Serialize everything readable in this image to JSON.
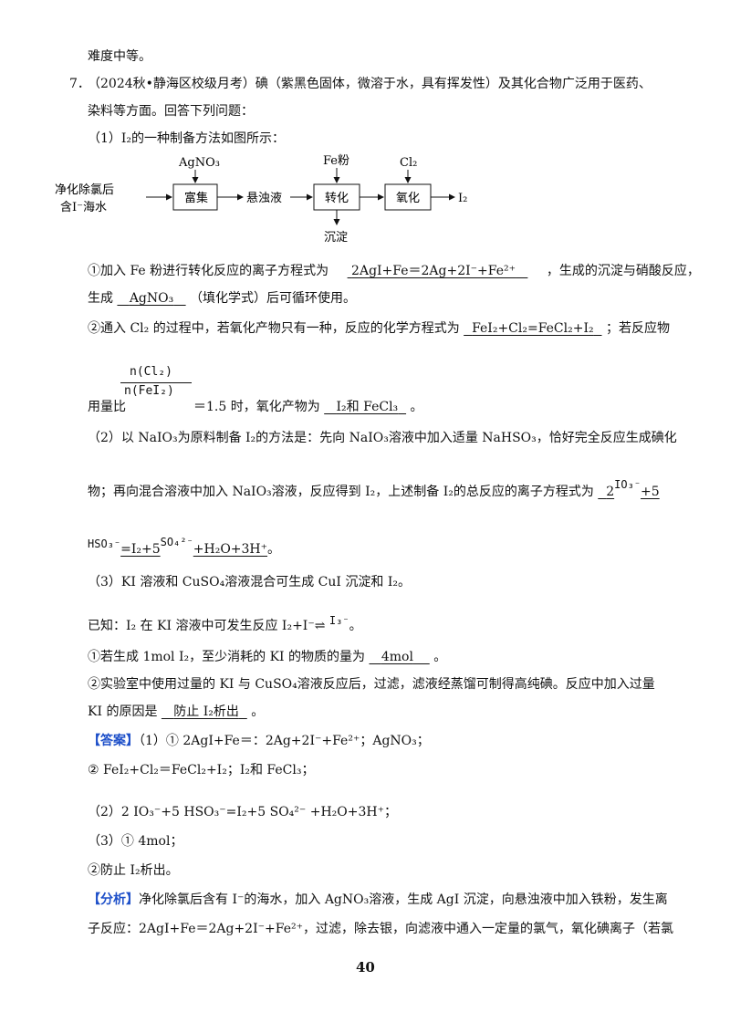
{
  "top_line": "难度中等。",
  "q_num": "7．",
  "q_intro": "（2024秋•静海区校级月考）碘（紫黑色固体，微溶于水，具有挥发性）及其化合物广泛用于医药、",
  "q_intro2": "染料等方面。回答下列问题：",
  "p1_title": "（1）I₂的一种制备方法如图所示：",
  "flow": {
    "input1": "净化除氯后",
    "input2": "含I⁻海水",
    "box1": "富集",
    "reagent1": "AgNO₃",
    "mid": "悬浊液",
    "box2": "转化",
    "reagent2": "Fe粉",
    "precip": "沉淀",
    "box3": "氧化",
    "reagent3": "Cl₂",
    "out": "I₂"
  },
  "p1_q1_a": "①加入 Fe 粉进行转化反应的离子方程式为",
  "p1_q1_ans": "2AgI+Fe＝2Ag+2I⁻+Fe²⁺",
  "p1_q1_b": "，生成的沉淀与硝酸反应，",
  "p1_q1_c": "生成",
  "p1_q1_ans2": "AgNO₃",
  "p1_q1_d": "（填化学式）后可循环使用。",
  "p1_q2_a": "②通入 Cl₂ 的过程中，若氧化产物只有一种，反应的化学方程式为",
  "p1_q2_ans": "FeI₂+Cl₂=FeCl₂+I₂",
  "p1_q2_b": "；若反应物",
  "frac_num": "n(Cl₂)",
  "frac_den": "n(FeI₂)",
  "p1_q2_c": "用量比",
  "p1_q2_d": "＝1.5 时，氧化产物为",
  "p1_q2_ans2": "I₂和 FeCl₃",
  "p1_q2_e": "。",
  "p2_a": "（2）以 NaIO₃为原料制备 I₂的方法是：先向 NaIO₃溶液中加入适量 NaHSO₃，恰好完全反应生成碘化",
  "p2_b": "物；再向混合溶液中加入 NaIO₃溶液，反应得到 I₂，上述制备 I₂的总反应的离子方程式为",
  "p2_ans_1": "2",
  "p2_ans_2": "IO₃⁻",
  "p2_ans_3": "+5",
  "p2_ans_4": "HSO₃⁻",
  "p2_ans_5": "=I₂+5",
  "p2_ans_6": "SO₄²⁻",
  "p2_ans_7": "+H₂O+3H⁺",
  "p2_end": "。",
  "p3_title": "（3）KI 溶液和 CuSO₄溶液混合可生成 CuI 沉淀和 I₂。",
  "p3_known": "已知：I₂ 在 KI 溶液中可发生反应 I₂+I⁻⇌",
  "p3_known2": "I₃⁻",
  "p3_known3": "。",
  "p3_q1_a": "①若生成 1mol  I₂，至少消耗的 KI 的物质的量为",
  "p3_q1_ans": "4mol",
  "p3_q1_b": "。",
  "p3_q2_a": "②实验室中使用过量的 KI 与 CuSO₄溶液反应后，过滤，滤液经蒸馏可制得高纯碘。反应中加入过量",
  "p3_q2_b": "KI 的原因是",
  "p3_q2_ans": "防止 I₂析出",
  "p3_q2_c": "。",
  "ans_label": "【答案】",
  "ans_1": "（1）① 2AgI+Fe＝：2Ag+2I⁻+Fe²⁺；AgNO₃；",
  "ans_2": "② FeI₂+Cl₂＝FeCl₂+I₂；I₂和 FeCl₃；",
  "ans_3": "（2）2 IO₃⁻+5 HSO₃⁻=I₂+5 SO₄²⁻ +H₂O+3H⁺；",
  "ans_4": "（3）① 4mol；",
  "ans_5": "②防止 I₂析出。",
  "analysis_label": "【分析】",
  "analysis_1": "净化除氯后含有 I⁻的海水，加入 AgNO₃溶液，生成 AgI 沉淀，向悬浊液中加入铁粉，发生离",
  "analysis_2": "子反应：2AgI+Fe＝2Ag+2I⁻+Fe²⁺，过滤，除去银，向滤液中通入一定量的氯气，氧化碘离子（若氯",
  "page_number": "40"
}
